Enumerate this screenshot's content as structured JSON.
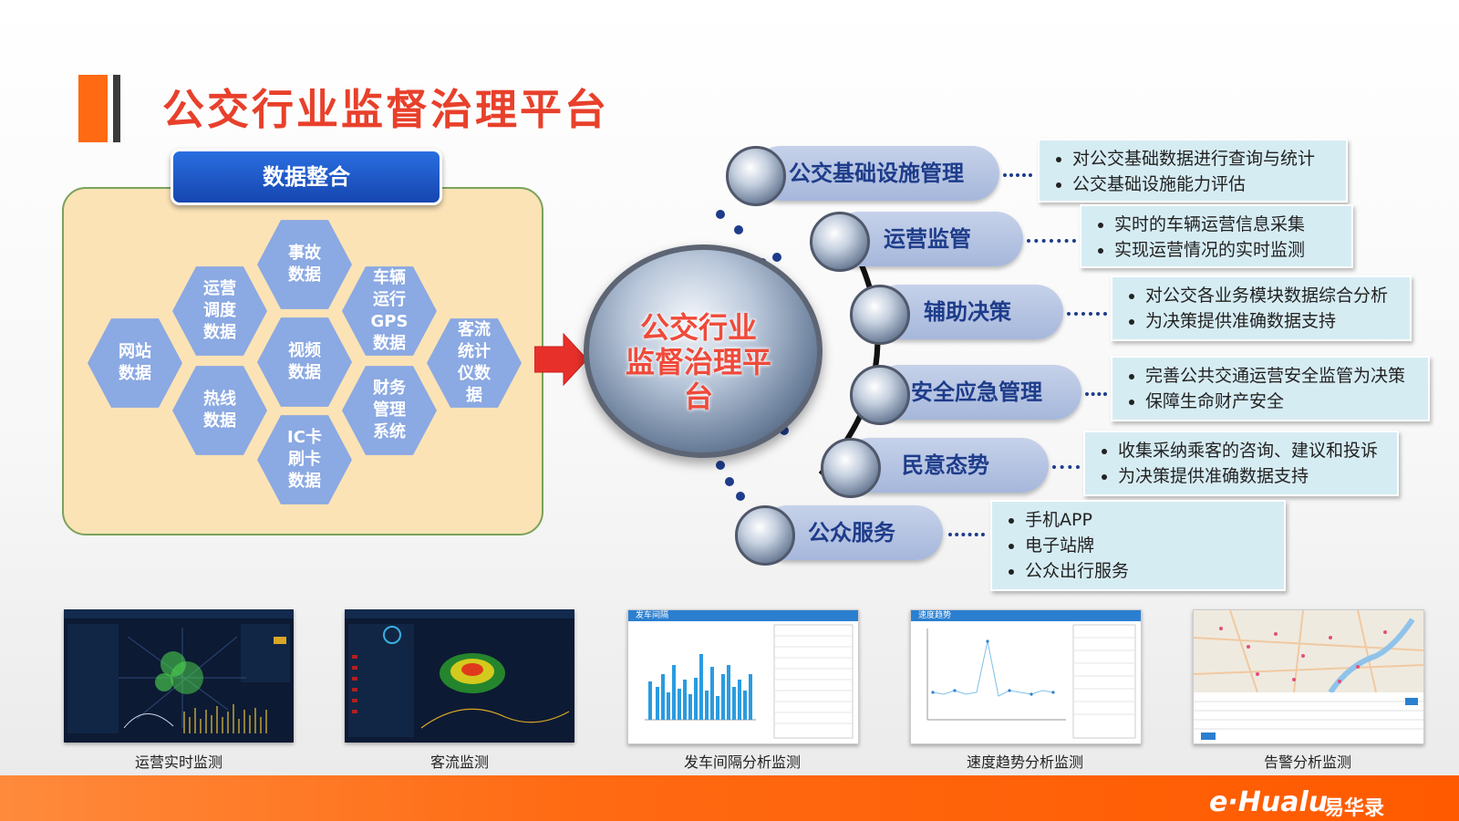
{
  "title": "公交行业监督治理平台",
  "data_integration": {
    "header": "数据整合",
    "cells": [
      "网站\n数据",
      "运营\n调度\n数据",
      "热线\n数据",
      "事故\n数据",
      "视频\n数据",
      "IC卡\n刷卡\n数据",
      "车辆\n运行\nGPS\n数据",
      "财务\n管理\n系统",
      "客流\n统计\n仪数\n据"
    ]
  },
  "hub": {
    "label": "公交行业\n监督治理平\n台"
  },
  "functions": [
    {
      "name": "公交基础设施管理",
      "details": [
        "对公交基础数据进行查询与统计",
        "公交基础设施能力评估"
      ]
    },
    {
      "name": "运营监管",
      "details": [
        "实时的车辆运营信息采集",
        "实现运营情况的实时监测"
      ]
    },
    {
      "name": "辅助决策",
      "details": [
        "对公交各业务模块数据综合分析",
        "为决策提供准确数据支持"
      ]
    },
    {
      "name": "安全应急管理",
      "details": [
        "完善公共交通运营安全监管为决策",
        "保障生命财产安全"
      ]
    },
    {
      "name": "民意态势",
      "details": [
        "收集采纳乘客的咨询、建议和投诉",
        "为决策提供准确数据支持"
      ]
    },
    {
      "name": "公众服务",
      "details": [
        "手机APP",
        "电子站牌",
        "公众出行服务"
      ]
    }
  ],
  "monitors": [
    {
      "label": "运营实时监测"
    },
    {
      "label": "客流监测"
    },
    {
      "label": "发车间隔分析监测",
      "panel_title": "发车间隔"
    },
    {
      "label": "速度趋势分析监测",
      "panel_title": "速度趋势"
    },
    {
      "label": "告警分析监测"
    }
  ],
  "brand": {
    "logo": "e·Hualu",
    "name_cn": "易华录"
  },
  "colors": {
    "accent": "#ff6a12",
    "title": "#e8402b",
    "hex": "#8ba9e2",
    "pill_text": "#1e3c8a"
  }
}
